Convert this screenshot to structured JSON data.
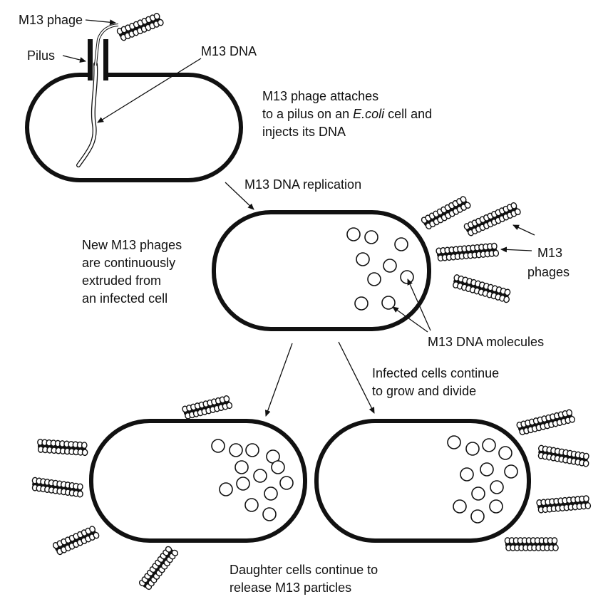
{
  "labels": {
    "m13_phage": "M13 phage",
    "pilus": "Pilus",
    "m13_dna": "M13 DNA",
    "attach_1": "M13 phage attaches",
    "attach_2_pre": "to a pilus on an ",
    "attach_2_italic": "E.coli",
    "attach_2_post": " cell and",
    "attach_3": "injects its DNA",
    "replication": "M13 DNA replication",
    "extruded_1": "New M13 phages",
    "extruded_2": "are continuously",
    "extruded_3": "extruded from",
    "extruded_4": "an infected cell",
    "phages_1": "M13",
    "phages_2": "phages",
    "dna_molecules": "M13 DNA molecules",
    "divide_1": "Infected cells continue",
    "divide_2": "to grow and divide",
    "daughter_1": "Daughter cells continue to",
    "daughter_2": "release M13 particles"
  }
}
